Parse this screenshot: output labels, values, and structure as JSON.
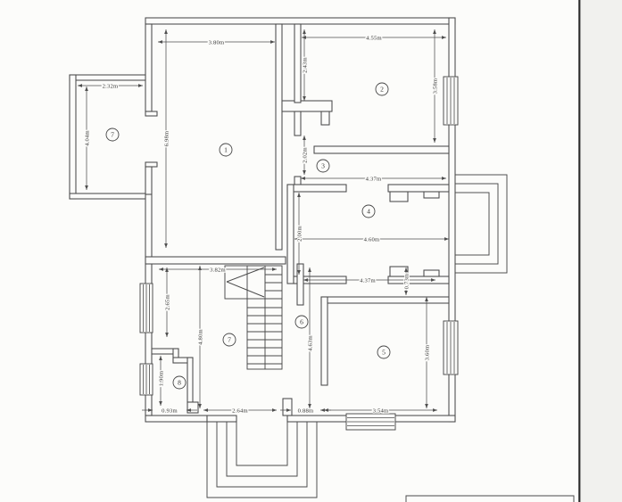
{
  "colors": {
    "ink": "#4a4a4a",
    "paper": "#fcfcfa",
    "text": "#333333",
    "scan_edge_line": "#2e2e2e",
    "page_edge_strip": "#f1f1ee"
  },
  "rooms": [
    {
      "id": "wing-top-left",
      "label": "7"
    },
    {
      "id": "main-room",
      "label": "1"
    },
    {
      "id": "top-right-room",
      "label": "2"
    },
    {
      "id": "mid-corridor",
      "label": "3"
    },
    {
      "id": "mid-room",
      "label": "4"
    },
    {
      "id": "bottom-right-room",
      "label": "5"
    },
    {
      "id": "hallway",
      "label": "6"
    },
    {
      "id": "bottom-left-room",
      "label": "7"
    },
    {
      "id": "small-room",
      "label": "8"
    }
  ],
  "dimensions": {
    "room1_top_width": "3.80m",
    "room2_top_width": "4.55m",
    "wing_width": "2.32m",
    "wing_height": "4.04m",
    "room1_height": "6.98m",
    "room2_left_height": "2.43m",
    "room2_right_height": "3.58m",
    "corridor_height": "2.02m",
    "room3_width": "4.37m",
    "room4_height": "2.00m",
    "room4_width": "4.60m",
    "room5_top_width": "4.37m",
    "room5_top_offset": "0.73m",
    "stair_hall_width": "3.82m",
    "room7_wall_height": "2.65m",
    "room7_height": "4.80m",
    "hall_height": "4.63m",
    "room5_height": "3.60m",
    "room5_bottom_width": "3.54m",
    "room7_bottom_width": "2.64m",
    "hall_bottom_width": "0.88m",
    "room8_height": "1.90m",
    "room8_bottom_width": "0.93m"
  }
}
